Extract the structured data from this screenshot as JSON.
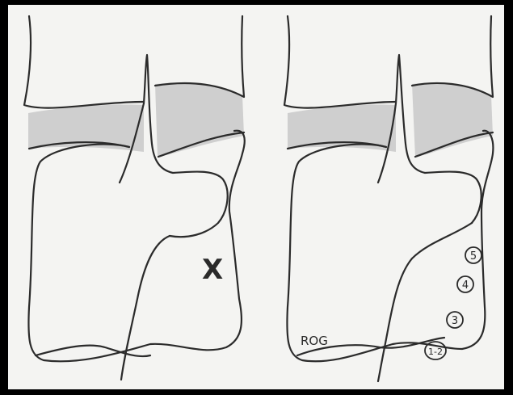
{
  "panels": [
    {
      "name": "left",
      "marker": "X"
    },
    {
      "name": "right",
      "labels": [
        "5",
        "4",
        "3",
        "1-2",
        "ROG"
      ]
    }
  ],
  "colors": {
    "paper": "#f4f4f2",
    "ink": "#2b2b2b",
    "disc": "#cfcfcf",
    "frame": "#000000"
  }
}
